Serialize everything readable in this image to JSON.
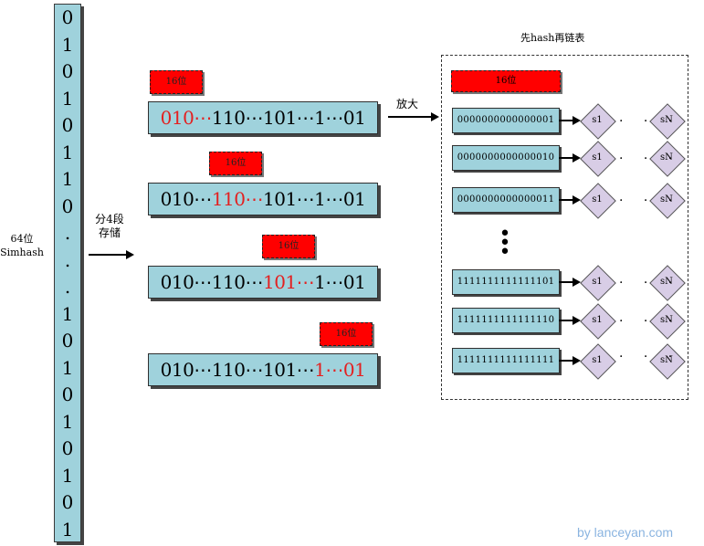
{
  "left_column": {
    "label_lines": [
      "64位",
      "Simhash"
    ],
    "bits": [
      "0",
      "1",
      "0",
      "1",
      "0",
      "1",
      "1",
      "0",
      ".",
      ".",
      ".",
      "1",
      "0",
      "1",
      "0",
      "1",
      "0",
      "1",
      "0",
      "1"
    ]
  },
  "split_label_lines": [
    "分4段",
    "存储"
  ],
  "segments": [
    {
      "tag": "16位",
      "parts": [
        {
          "text": "010⋯",
          "color": "#e32020"
        },
        {
          "text": "110⋯101⋯1⋯01",
          "color": "#000000"
        }
      ]
    },
    {
      "tag": "16位",
      "parts": [
        {
          "text": "010⋯",
          "color": "#000000"
        },
        {
          "text": "110⋯",
          "color": "#e32020"
        },
        {
          "text": "101⋯1⋯01",
          "color": "#000000"
        }
      ]
    },
    {
      "tag": "16位",
      "parts": [
        {
          "text": "010⋯110⋯",
          "color": "#000000"
        },
        {
          "text": "101⋯",
          "color": "#e32020"
        },
        {
          "text": "1⋯01",
          "color": "#000000"
        }
      ]
    },
    {
      "tag": "16位",
      "parts": [
        {
          "text": "010⋯110⋯101⋯",
          "color": "#000000"
        },
        {
          "text": "1⋯01",
          "color": "#e32020"
        }
      ]
    }
  ],
  "zoom_label": "放大",
  "hash_table": {
    "title": "先hash再链表",
    "tag": "16位",
    "rows": [
      {
        "key": "0000000000000001",
        "first": "s1",
        "last": "sN"
      },
      {
        "key": "0000000000000010",
        "first": "s1",
        "last": "sN"
      },
      {
        "key": "0000000000000011",
        "first": "s1",
        "last": "sN"
      },
      {
        "key": "1111111111111101",
        "first": "s1",
        "last": "sN"
      },
      {
        "key": "1111111111111110",
        "first": "s1",
        "last": "sN"
      },
      {
        "key": "1111111111111111",
        "first": "s1",
        "last": "sN"
      }
    ],
    "ellipsis_h": "· · ·",
    "ellipsis_v": "•••"
  },
  "watermark": "by lanceyan.com",
  "colors": {
    "box_fill": "#9fd2dc",
    "tag_fill": "#ff0000",
    "highlight": "#e32020",
    "node_fill": "#d8cde6"
  }
}
